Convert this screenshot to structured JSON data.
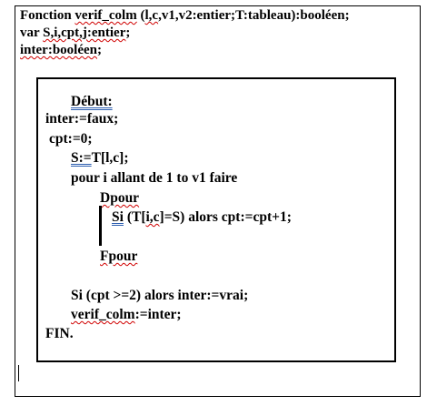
{
  "header": {
    "line1": {
      "a": "Fonction ",
      "b": "verif_colm",
      "c": " (",
      "d": "l,c",
      "e": ",v1,v2:entier;T:tableau):booléen;"
    },
    "line2": {
      "a": "var ",
      "b": "S,i,cpt,j:entier",
      "c": ";"
    },
    "line3": {
      "a": "inter:booléen",
      "b": ";"
    }
  },
  "body": {
    "debut": "Début:",
    "inter_init": "inter:=faux;",
    "cpt_init": "cpt:=0;",
    "s_assign": {
      "a": "S:=",
      "b": "T[l,c];"
    },
    "pour": "pour i allant de 1 to v1 faire",
    "dpour": "Dpour",
    "si_line": {
      "a": "Si",
      "b": "  (T[",
      "c": "i,c",
      "d": "]=S) alors cpt:=cpt+1;"
    },
    "fpour": "Fpour",
    "si_cpt": "Si  (cpt >=2) alors inter:=vrai;",
    "verif_assign": {
      "a": "verif_colm",
      "b": ":=inter;"
    },
    "fin": "FIN."
  }
}
